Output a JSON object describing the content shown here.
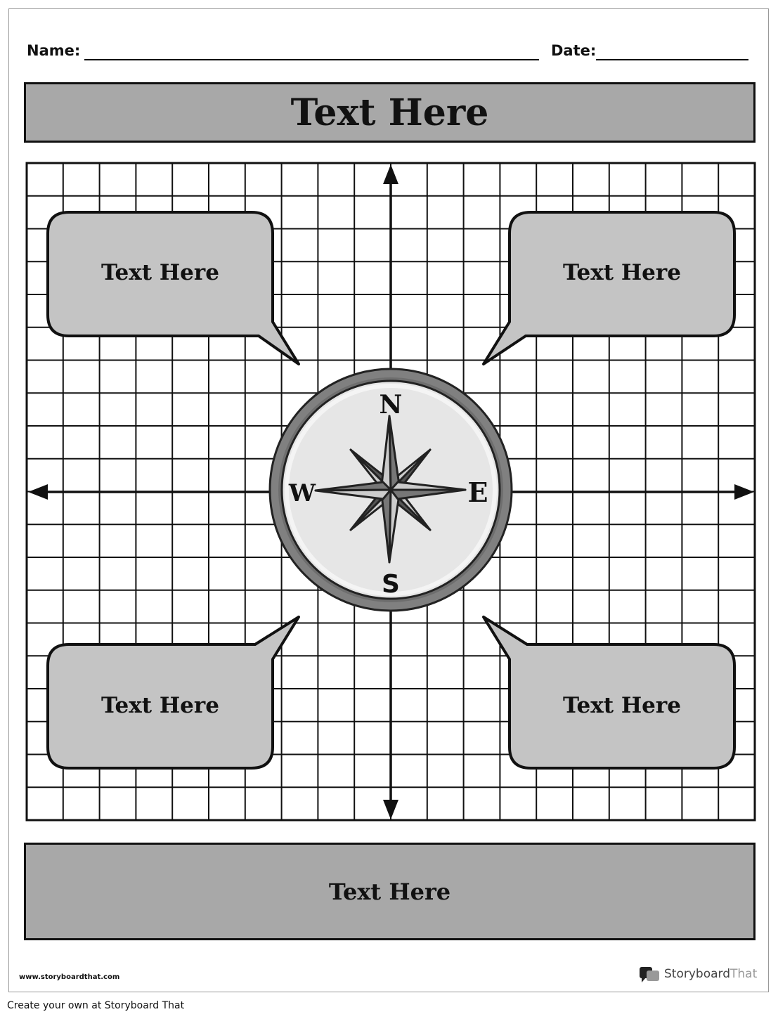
{
  "header": {
    "name_label": "Name:",
    "date_label": "Date:"
  },
  "title": "Text Here",
  "bubbles": {
    "top_left": "Text Here",
    "top_right": "Text Here",
    "bottom_left": "Text Here",
    "bottom_right": "Text Here"
  },
  "compass": {
    "north": "N",
    "south": "S",
    "east": "E",
    "west": "W"
  },
  "bottom_box": "Text Here",
  "footer": {
    "url": "www.storyboardthat.com",
    "brand_main": "Storyboard",
    "brand_accent": "That",
    "create_text": "Create your own at Storyboard That"
  },
  "colors": {
    "box_fill": "#a8a8a8",
    "bubble_fill": "#c4c4c4",
    "compass_face": "#e6e6e6",
    "compass_rim": "#808080"
  }
}
